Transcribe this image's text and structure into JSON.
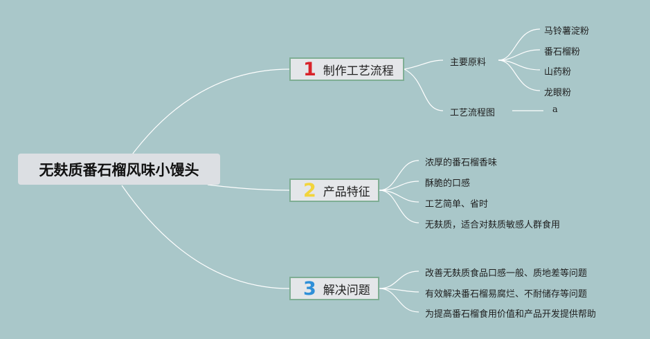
{
  "root": {
    "title": "无麸质番石榴风味小馒头"
  },
  "branches": [
    {
      "num": "1",
      "num_color": "#d8232a",
      "label": "制作工艺流程",
      "subs": [
        {
          "label": "主要原料",
          "items": [
            "马铃薯淀粉",
            "番石榴粉",
            "山药粉",
            "龙眼粉"
          ]
        },
        {
          "label": "工艺流程图",
          "items": [
            "a"
          ]
        }
      ]
    },
    {
      "num": "2",
      "num_color": "#f2d43c",
      "label": "产品特征",
      "items": [
        "浓厚的番石榴香味",
        "酥脆的口感",
        "工艺简单、省时",
        "无麸质，适合对麸质敏感人群食用"
      ]
    },
    {
      "num": "3",
      "num_color": "#2e8fd8",
      "label": "解决问题",
      "items": [
        "改善无麸质食品口感一般、质地差等问题",
        "有效解决番石榴易腐烂、不耐储存等问题",
        "为提高番石榴食用价值和产品开发提供帮助"
      ]
    }
  ],
  "colors": {
    "background": "#a9c7c9",
    "line": "#ffffff",
    "branch_border": "#7fae94"
  }
}
